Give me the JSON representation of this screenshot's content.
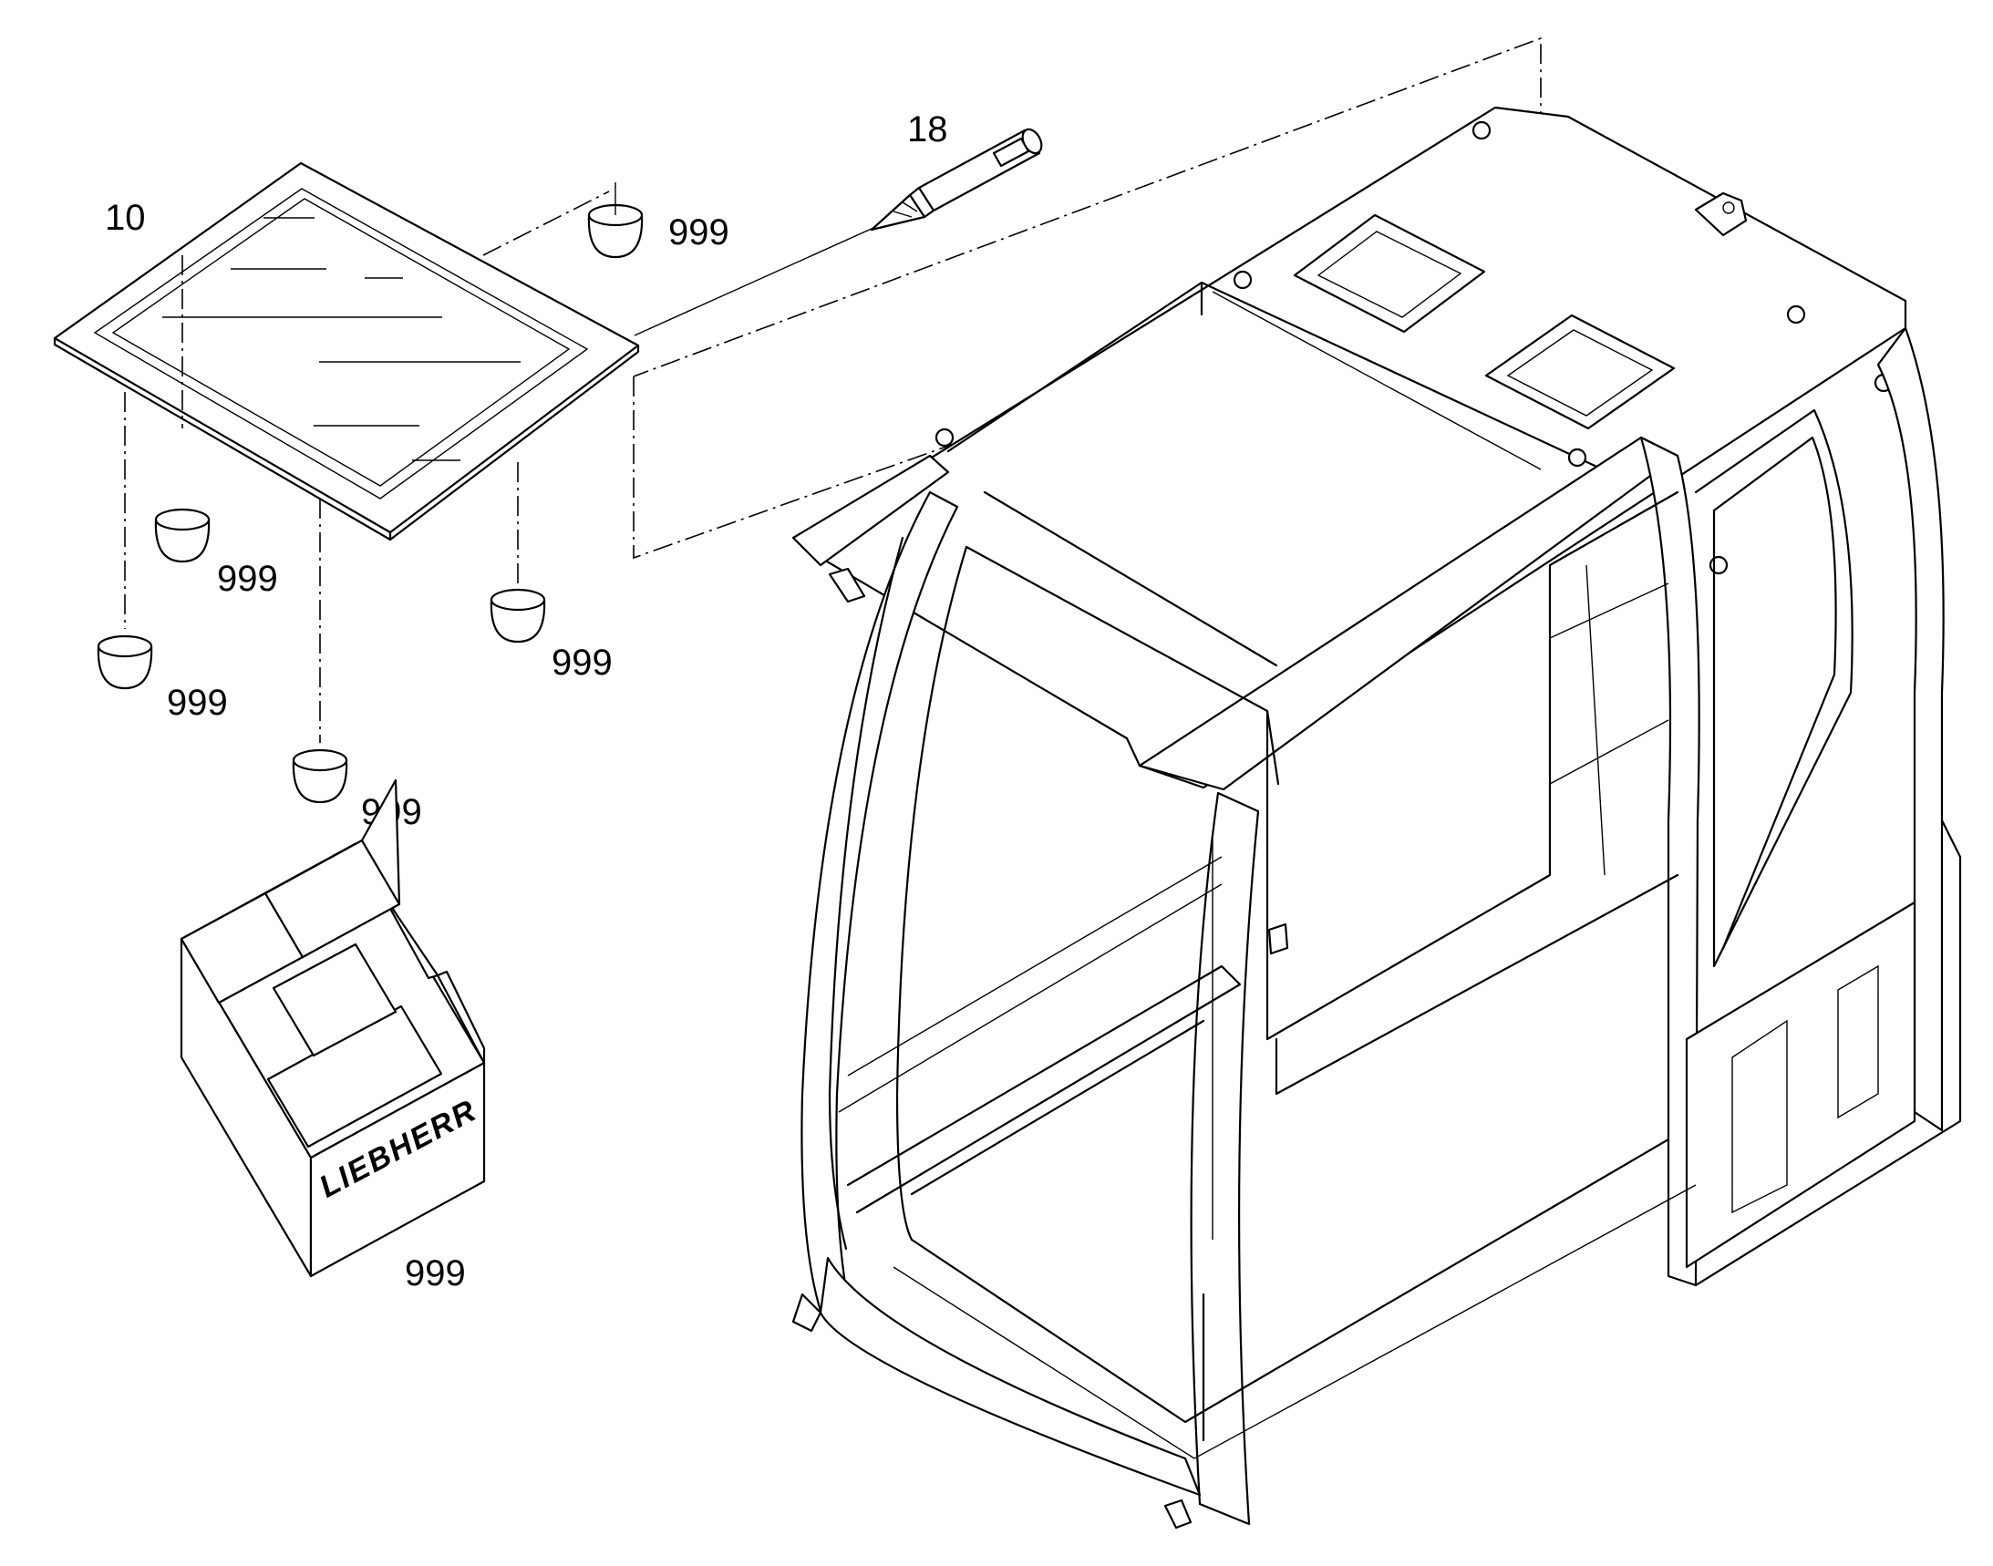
{
  "callouts": {
    "glass_pane": "10",
    "sealant_cartridge": "18",
    "cap_top": "999",
    "cap_left_mid": "999",
    "cap_left_low": "999",
    "cap_center_low": "999",
    "cap_right": "999",
    "box": "999"
  },
  "box_brand": "LIEBHERR"
}
